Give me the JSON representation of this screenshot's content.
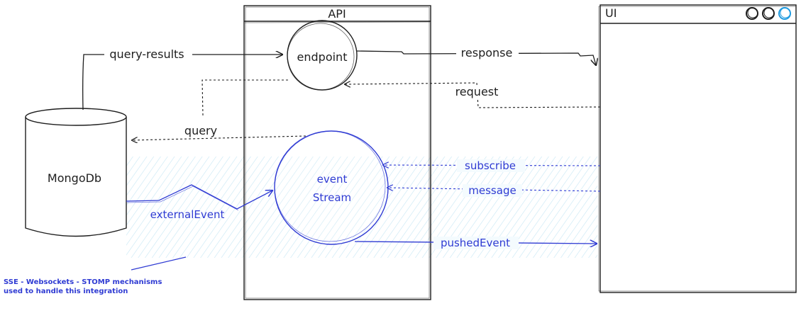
{
  "nodes": {
    "api_title": "API",
    "ui_title": "UI",
    "endpoint": "endpoint",
    "event_stream_line1": "event",
    "event_stream_line2": "Stream",
    "mongodb": "MongoDb"
  },
  "edges": {
    "query_results": "query-results",
    "response": "response",
    "request": "request",
    "query": "query",
    "subscribe": "subscribe",
    "message": "message",
    "external_event": "externalEvent",
    "pushed_event": "pushedEvent"
  },
  "annotation": "SSE - Websockets - STOMP mechanisms used to handle this integration",
  "colors": {
    "stroke": "#1e1e1e",
    "accent": "#2f3bd3",
    "hatch": "#bfe3f2",
    "window_control_highlight": "#1f9be0"
  },
  "icons": [
    "window-control-circle-icon",
    "window-control-circle-icon",
    "window-control-circle-icon"
  ]
}
